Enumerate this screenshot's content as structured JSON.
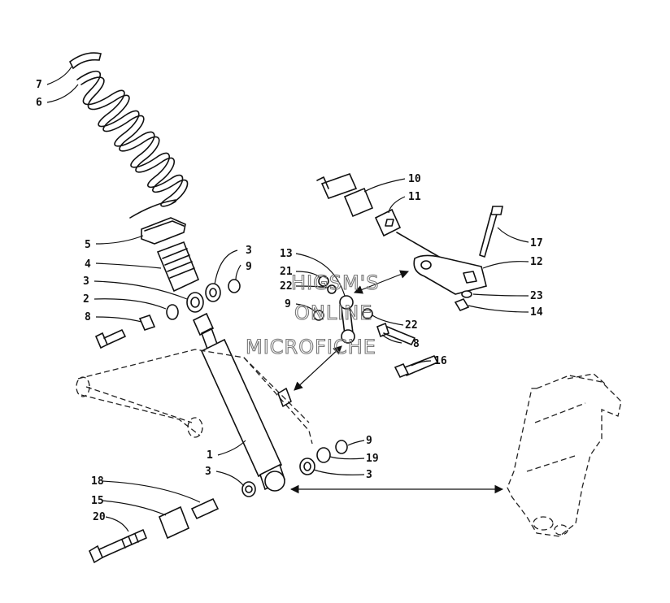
{
  "watermark": {
    "line1": "HIGSM'S",
    "line2": "ONLINE",
    "line3": "MICROFICHE"
  },
  "callouts": [
    {
      "id": "c7",
      "text": "7"
    },
    {
      "id": "c6",
      "text": "6"
    },
    {
      "id": "c5",
      "text": "5"
    },
    {
      "id": "c4",
      "text": "4"
    },
    {
      "id": "c3a",
      "text": "3"
    },
    {
      "id": "c2",
      "text": "2"
    },
    {
      "id": "c8a",
      "text": "8"
    },
    {
      "id": "c3b",
      "text": "3"
    },
    {
      "id": "c9a",
      "text": "9"
    },
    {
      "id": "c10",
      "text": "10"
    },
    {
      "id": "c11",
      "text": "11"
    },
    {
      "id": "c17",
      "text": "17"
    },
    {
      "id": "c12",
      "text": "12"
    },
    {
      "id": "c13",
      "text": "13"
    },
    {
      "id": "c21",
      "text": "21"
    },
    {
      "id": "c22a",
      "text": "22"
    },
    {
      "id": "c9b",
      "text": "9"
    },
    {
      "id": "c22b",
      "text": "22"
    },
    {
      "id": "c8b",
      "text": "8"
    },
    {
      "id": "c16",
      "text": "16"
    },
    {
      "id": "c23",
      "text": "23"
    },
    {
      "id": "c14",
      "text": "14"
    },
    {
      "id": "c1",
      "text": "1"
    },
    {
      "id": "c9c",
      "text": "9"
    },
    {
      "id": "c19",
      "text": "19"
    },
    {
      "id": "c3c",
      "text": "3"
    },
    {
      "id": "c3d",
      "text": "3"
    },
    {
      "id": "c18",
      "text": "18"
    },
    {
      "id": "c15",
      "text": "15"
    },
    {
      "id": "c20",
      "text": "20"
    }
  ]
}
